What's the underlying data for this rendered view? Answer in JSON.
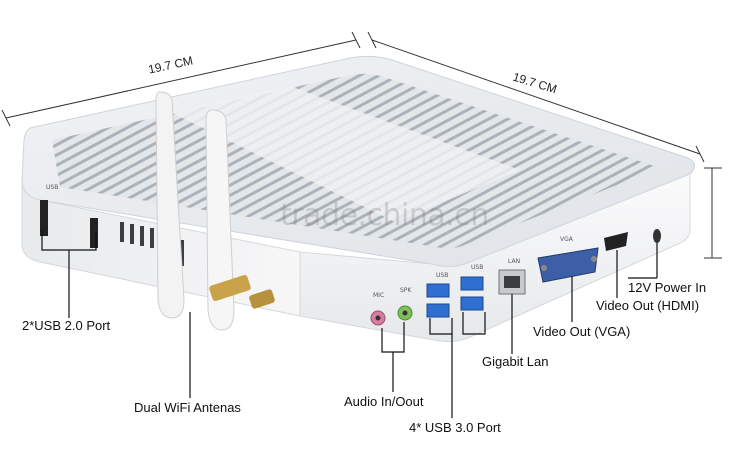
{
  "dimensions": {
    "left_side": "19.7 CM",
    "right_side": "19.7 CM"
  },
  "watermark": "trade.china.cn",
  "port_tags": {
    "usb_side": "USB",
    "mic": "MIC",
    "spk": "SPK",
    "usb_a": "USB",
    "usb_b": "USB",
    "lan": "LAN",
    "vga": "VGA"
  },
  "callouts": {
    "usb2": "2*USB 2.0 Port",
    "wifi": "Dual WiFi Antenas",
    "audio": "Audio In/Oout",
    "usb3": "4* USB 3.0 Port",
    "lan": "Gigabit Lan",
    "vga": "Video Out (VGA)",
    "hdmi": "Video Out (HDMI)",
    "power": "12V Power In"
  },
  "colors": {
    "chassis_top": "#e9ecef",
    "chassis_side": "#f5f6f7",
    "fin_dark": "#9aa3ab",
    "usb3_blue": "#2f6fd1",
    "jack_pink": "#d67da0",
    "jack_green": "#7fbf5a",
    "vga_blue": "#3d5fa8",
    "antenna": "#f2f2f2",
    "gold": "#c9a24a"
  }
}
